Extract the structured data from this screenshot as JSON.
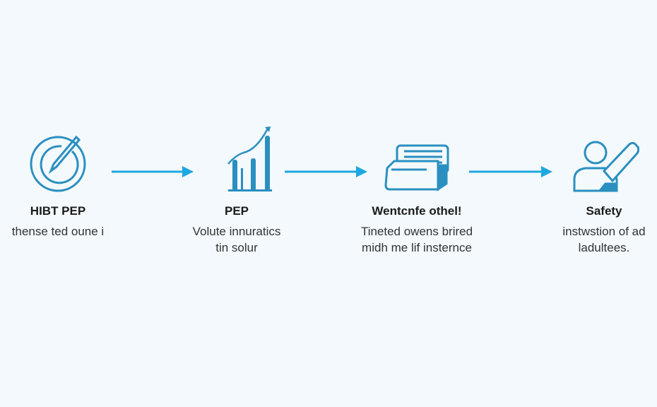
{
  "colors": {
    "icon": "#2b8fc0",
    "arrow": "#1ea8e0",
    "background": "#f3f9fc"
  },
  "steps": [
    {
      "icon": "target-pen-icon",
      "title": "HIBT PEP",
      "desc": [
        "thense ted oune i"
      ]
    },
    {
      "icon": "bar-chart-growth-icon",
      "title": "PEP",
      "desc": [
        "Volute innuratics",
        "tin solur"
      ]
    },
    {
      "icon": "documents-tray-icon",
      "title": "Wentcnfe othel!",
      "desc": [
        "Tineted owens brired",
        "midh me lif insternce"
      ]
    },
    {
      "icon": "person-tool-icon",
      "title": "Safety",
      "desc": [
        "instwstion of ad",
        "ladultees."
      ]
    }
  ]
}
